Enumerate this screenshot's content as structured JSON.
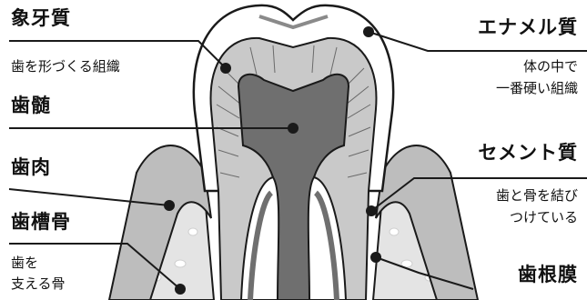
{
  "labels": {
    "dentin": "象牙質",
    "dentin_desc": "歯を形づくる組織",
    "pulp": "歯髄",
    "gum": "歯肉",
    "alveolar_bone": "歯槽骨",
    "alveolar_desc_1": "歯を",
    "alveolar_desc_2": "支える骨",
    "enamel": "エナメル質",
    "enamel_desc_1": "体の中で",
    "enamel_desc_2": "一番硬い組織",
    "cementum": "セメント質",
    "cementum_desc_1": "歯と骨を結び",
    "cementum_desc_2": "つけている",
    "pdl": "歯根膜"
  },
  "colors": {
    "enamel": "#ffffff",
    "dentin": "#c9c9c9",
    "pulp": "#6f6f6f",
    "gum": "#bdbdbd",
    "bone": "#e4e4e4",
    "outline": "#1a1a1a"
  }
}
